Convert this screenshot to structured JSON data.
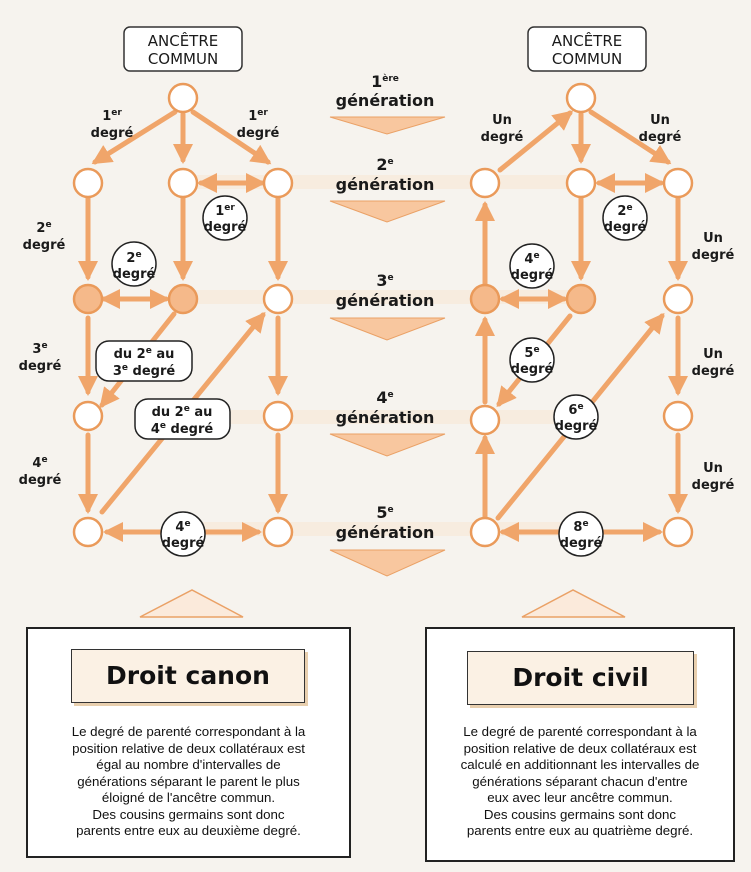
{
  "ancestor_label": [
    "ANCÊTRE",
    "COMMUN"
  ],
  "generations": [
    {
      "num": "1",
      "sup": "ère",
      "word": "génération"
    },
    {
      "num": "2",
      "sup": "e",
      "word": "génération"
    },
    {
      "num": "3",
      "sup": "e",
      "word": "génération"
    },
    {
      "num": "4",
      "sup": "e",
      "word": "génération"
    },
    {
      "num": "5",
      "sup": "e",
      "word": "génération"
    }
  ],
  "canon": {
    "title": "Droit canon",
    "first_degree": "degré",
    "side_labels": [
      {
        "num": "2",
        "sup": "e",
        "word": "degré"
      },
      {
        "num": "3",
        "sup": "e",
        "word": "degré"
      },
      {
        "num": "4",
        "sup": "e",
        "word": "degré"
      }
    ],
    "badges": {
      "sibling": {
        "num": "1",
        "sup": "er",
        "word": "degré"
      },
      "cousin": {
        "num": "2",
        "sup": "e",
        "word": "degré"
      },
      "bottom": {
        "num": "4",
        "sup": "e",
        "word": "degré"
      }
    },
    "range_a": {
      "prefix": "du 2",
      "sup1": "e",
      "mid": " au",
      "num": "3",
      "sup2": "e",
      "word": " degré"
    },
    "range_b": {
      "prefix": "du 2",
      "sup1": "e",
      "mid": " au",
      "num": "4",
      "sup2": "e",
      "word": " degré"
    },
    "text": [
      "Le degré de parenté correspondant à  la",
      "position relative de deux collatéraux est",
      "égal au nombre d'intervalles de",
      "générations séparant le parent le plus",
      "éloigné de l'ancêtre commun.",
      "Des cousins germains sont donc",
      "parents entre eux au deuxième degré."
    ]
  },
  "civil": {
    "title": "Droit civil",
    "un": "Un",
    "degre": "degré",
    "badges": [
      {
        "num": "2",
        "sup": "e",
        "word": "degré"
      },
      {
        "num": "4",
        "sup": "e",
        "word": "degré"
      },
      {
        "num": "5",
        "sup": "e",
        "word": "degré"
      },
      {
        "num": "6",
        "sup": "e",
        "word": "degré"
      },
      {
        "num": "8",
        "sup": "e",
        "word": "degré"
      }
    ],
    "text": [
      "Le degré de parenté correspondant à la",
      "position relative de deux collatéraux est",
      "calculé en additionnant les intervalles de",
      "générations séparant chacun d'entre",
      "eux avec leur ancêtre commun.",
      "Des cousins germains sont donc",
      "parents entre eux au quatrième degré."
    ]
  },
  "colors": {
    "arrow": "#f0a56a",
    "connector": "#f3c9a2",
    "node_fill": "#f5b98a",
    "node_stroke": "#ea9a5a",
    "triangle": "#f8c79f"
  }
}
